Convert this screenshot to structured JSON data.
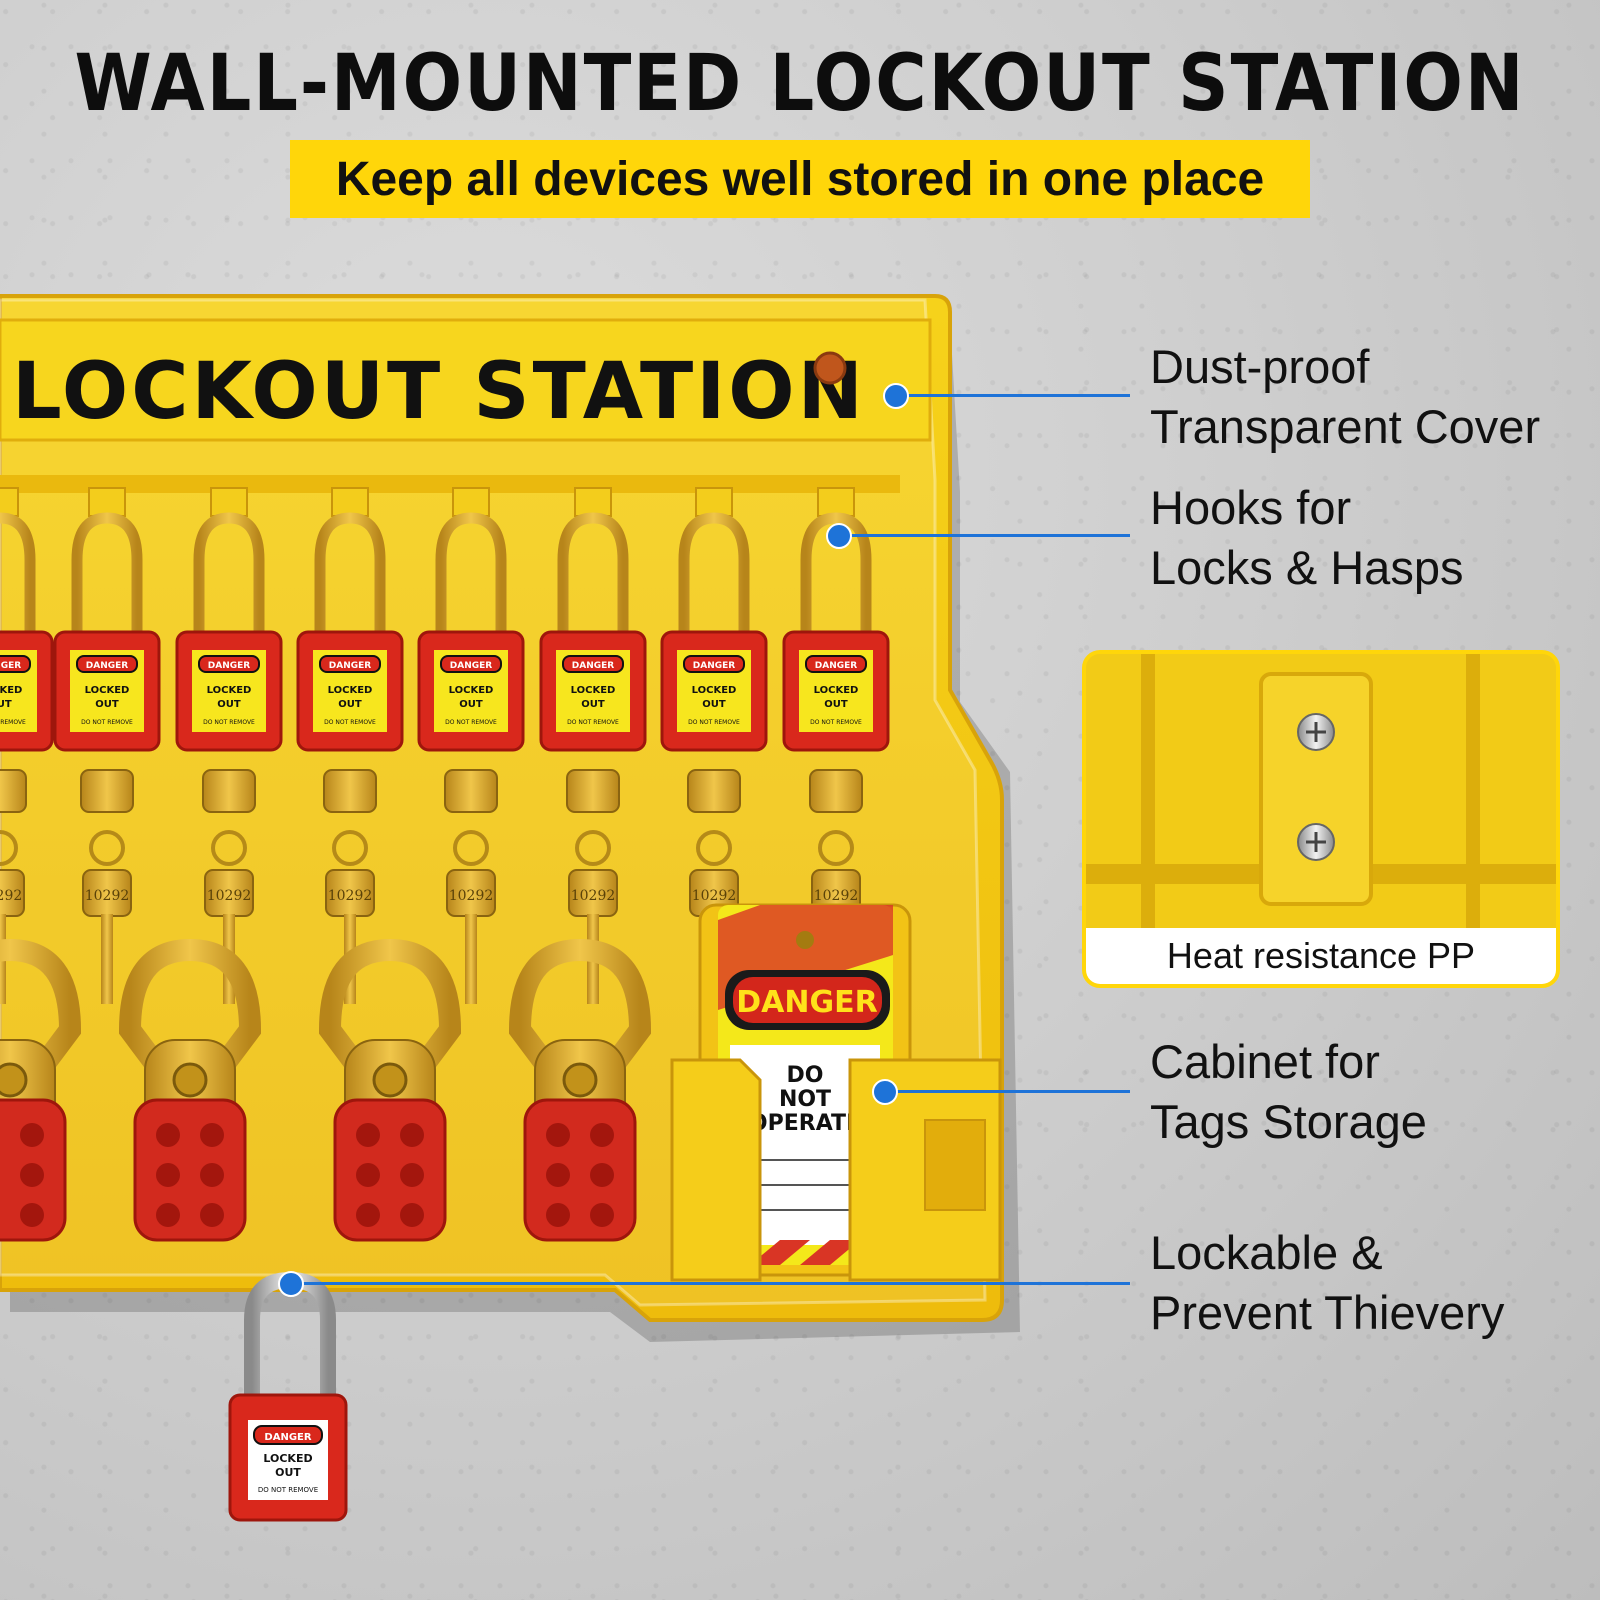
{
  "header": {
    "title": "WALL-MOUNTED LOCKOUT STATION",
    "subtitle": "Keep all devices well stored in one place"
  },
  "board": {
    "sign_text": "LOCKOUT STATION",
    "padlock_tag": {
      "top": "DANGER",
      "line1": "LOCKED",
      "line2": "OUT",
      "line3": "DO NOT REMOVE"
    },
    "key_number": "10292",
    "tag": {
      "header": "DANGER",
      "line1": "DO",
      "line2": "NOT",
      "line3": "OPERATE"
    }
  },
  "callouts": [
    {
      "line1": "Dust-proof",
      "line2": "Transparent Cover"
    },
    {
      "line1": "Hooks for",
      "line2": "Locks & Hasps"
    },
    {
      "line1": "Cabinet for",
      "line2": "Tags Storage"
    },
    {
      "line1": "Lockable &",
      "line2": "Prevent Thievery"
    }
  ],
  "inset": {
    "caption": "Heat resistance PP"
  },
  "colors": {
    "accent": "#ffd60a",
    "leader": "#1e73d8",
    "lock_red": "#d9281c",
    "brass": "#d9a521"
  }
}
